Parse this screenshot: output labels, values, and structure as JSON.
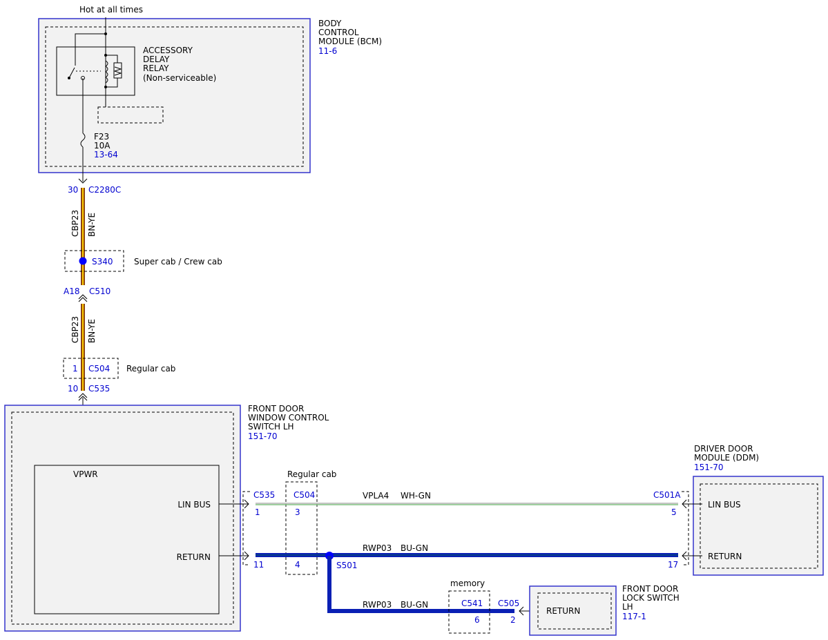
{
  "labels": {
    "hot": "Hot at all times",
    "bcm_l1": "BODY",
    "bcm_l2": "CONTROL",
    "bcm_l3": "MODULE (BCM)",
    "bcm_ref": "11-6",
    "relay_l1": "ACCESSORY",
    "relay_l2": "DELAY",
    "relay_l3": "RELAY",
    "relay_l4": "(Non-serviceable)",
    "fuse_name": "F23",
    "fuse_amp": "10A",
    "fuse_ref": "13-64",
    "c2280c_pin": "30",
    "c2280c": "C2280C",
    "wire1_circuit": "CBP23",
    "wire1_color": "BN-YE",
    "s340": "S340",
    "s340_note": "Super cab / Crew cab",
    "c510_pin": "A18",
    "c510": "C510",
    "wire2_circuit": "CBP23",
    "wire2_color": "BN-YE",
    "c504_pin_top": "1",
    "c504_top": "C504",
    "c504_note": "Regular cab",
    "c535_pin_top": "10",
    "c535_top": "C535",
    "fdw_l1": "FRONT DOOR",
    "fdw_l2": "WINDOW CONTROL",
    "fdw_l3": "SWITCH LH",
    "fdw_ref": "151-70",
    "vpwr": "VPWR",
    "lin_bus_left": "LIN BUS",
    "return_left": "RETURN",
    "regular_cab_mid": "Regular cab",
    "c535_mid": "C535",
    "c504_mid": "C504",
    "pin_1": "1",
    "pin_3": "3",
    "pin_11": "11",
    "pin_4": "4",
    "vpla4": "VPLA4",
    "wh_gn": "WH-GN",
    "rwp03_a": "RWP03",
    "bu_gn_a": "BU-GN",
    "s501": "S501",
    "c501a": "C501A",
    "pin_5": "5",
    "pin_17": "17",
    "ddm_l1": "DRIVER DOOR",
    "ddm_l2": "MODULE (DDM)",
    "ddm_ref": "151-70",
    "lin_bus_right": "LIN BUS",
    "return_right": "RETURN",
    "memory": "memory",
    "rwp03_b": "RWP03",
    "bu_gn_b": "BU-GN",
    "c541": "C541",
    "pin_6": "6",
    "c505": "C505",
    "pin_2": "2",
    "fdl_l1": "FRONT DOOR",
    "fdl_l2": "LOCK SWITCH",
    "fdl_l3": "LH",
    "fdl_ref": "117-1",
    "return_lock": "RETURN"
  },
  "colors": {
    "module_border": "#3333cc",
    "module_fill": "#f2f2f2",
    "reference_text": "#0000d0",
    "wire_brown": "#8b4513",
    "wire_yellow": "#ffcc00",
    "wire_blue": "#0a1fb4",
    "wire_white_green": "#7fbf7f",
    "splice": "#0000ff"
  }
}
